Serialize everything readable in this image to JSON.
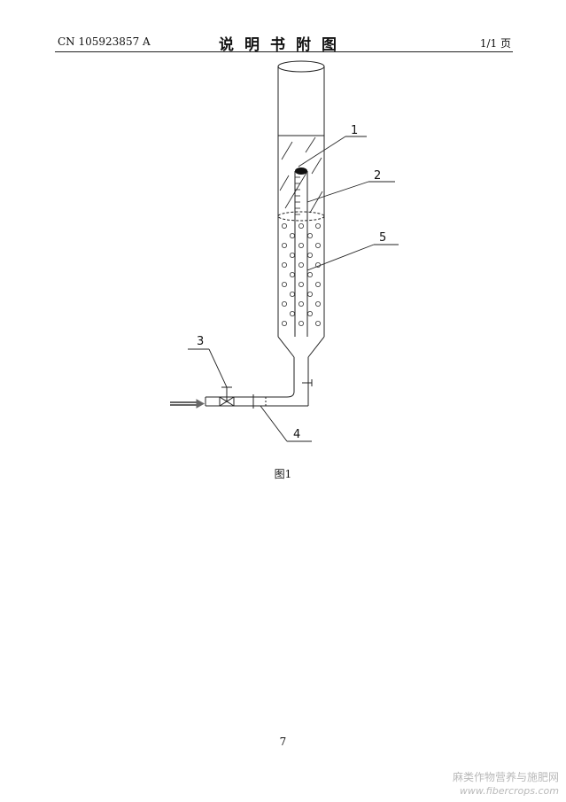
{
  "header": {
    "publication_number": "CN 105923857 A",
    "title": "说明书附图",
    "page_count": "1/1 页"
  },
  "figure": {
    "caption": "图1",
    "labels": [
      "1",
      "2",
      "3",
      "4",
      "5"
    ]
  },
  "footer": {
    "page_number": "7"
  },
  "watermark": {
    "text": "麻类作物营养与施肥网",
    "url": "www.fibercrops.com"
  }
}
